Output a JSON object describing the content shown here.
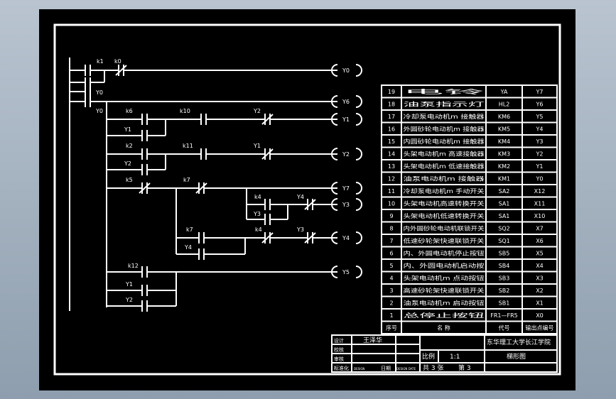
{
  "ladder": {
    "rung1": {
      "contact_a": "k1",
      "contact_b": "k0",
      "branch": "Y0",
      "coil": "Y0"
    },
    "rung2": {
      "contact": "Y0",
      "coil": "Y6"
    },
    "rung3": {
      "contact": "k6",
      "branch": "Y1",
      "contact2": "k10",
      "contact3": "Y2",
      "coil": "Y1"
    },
    "rung4": {
      "contact": "k2",
      "branch": "Y2",
      "contact2": "k11",
      "contact3": "Y1",
      "coil": "Y2"
    },
    "rung5": {
      "contact": "k5",
      "contact2": "k7",
      "coil": "Y7",
      "sub_contact": "k4",
      "sub_contact2": "Y4",
      "sub_branch": "Y3",
      "sub_coil": "Y3"
    },
    "rung6": {
      "contact": "k7",
      "branch": "Y4",
      "contact2": "k4",
      "contact3": "Y3",
      "coil": "Y4"
    },
    "rung7": {
      "contact": "k12",
      "branch1": "Y1",
      "branch2": "Y2",
      "coil": "Y5"
    }
  },
  "io_table": {
    "header": {
      "seq": "序号",
      "name": "名 称",
      "code": "代号",
      "addr": "输出点编号"
    },
    "rows": [
      {
        "seq": "19",
        "name": "电铃",
        "code": "YA",
        "addr": "Y7"
      },
      {
        "seq": "18",
        "name": "油泵指示灯",
        "code": "HL2",
        "addr": "Y6"
      },
      {
        "seq": "17",
        "name": "冷却泵电动机m 接触器",
        "code": "KM6",
        "addr": "Y5"
      },
      {
        "seq": "16",
        "name": "外圆砂轮电动机m 接触器",
        "code": "KM5",
        "addr": "Y4"
      },
      {
        "seq": "15",
        "name": "内圆砂轮电动机m 接触器",
        "code": "KM4",
        "addr": "Y3"
      },
      {
        "seq": "14",
        "name": "头架电动机m 高速接触器",
        "code": "KM3",
        "addr": "Y2"
      },
      {
        "seq": "13",
        "name": "头架电动机m 低速接触器",
        "code": "KM2",
        "addr": "Y1"
      },
      {
        "seq": "12",
        "name": "油泵电动机m 接触器",
        "code": "KM1",
        "addr": "Y0"
      },
      {
        "seq": "11",
        "name": "冷却泵电动机m 手动开关",
        "code": "SA2",
        "addr": "X12"
      },
      {
        "seq": "10",
        "name": "头架电动机高速转换开关",
        "code": "SA1",
        "addr": "X11"
      },
      {
        "seq": "9",
        "name": "头架电动机低速转换开关",
        "code": "SA1",
        "addr": "X10"
      },
      {
        "seq": "8",
        "name": "内外圆砂轮电动机联锁开关",
        "code": "SQ2",
        "addr": "X7"
      },
      {
        "seq": "7",
        "name": "低速砂轮架快速联锁开关",
        "code": "SQ1",
        "addr": "X6"
      },
      {
        "seq": "6",
        "name": "内、外圆电动机停止按钮",
        "code": "SB5",
        "addr": "X5"
      },
      {
        "seq": "5",
        "name": "内、外圆电动机启动按",
        "code": "SB4",
        "addr": "X4"
      },
      {
        "seq": "4",
        "name": "头架电动机m 点动按钮",
        "code": "SB3",
        "addr": "X3"
      },
      {
        "seq": "3",
        "name": "高速砂轮架快速联锁开关",
        "code": "SB2",
        "addr": "X2"
      },
      {
        "seq": "2",
        "name": "油泵电动机m 启动按钮",
        "code": "SB1",
        "addr": "X1"
      },
      {
        "seq": "1",
        "name": "总停止按钮",
        "code": "FR1—FR5",
        "addr": "X0"
      }
    ]
  },
  "title_block": {
    "design_label": "设计",
    "designer": "王泽华",
    "check_label": "校核",
    "review_label": "审核",
    "std_label": "标准化",
    "std_value": "DESIGN",
    "date_label": "日期",
    "date_value": "DESIGN DATE",
    "school": "东华理工大学长江学院",
    "scale_label": "比例",
    "scale": "1:1",
    "drawing_name": "梯形图",
    "sheets": "共 3 张",
    "sheet_no": "第 3"
  }
}
